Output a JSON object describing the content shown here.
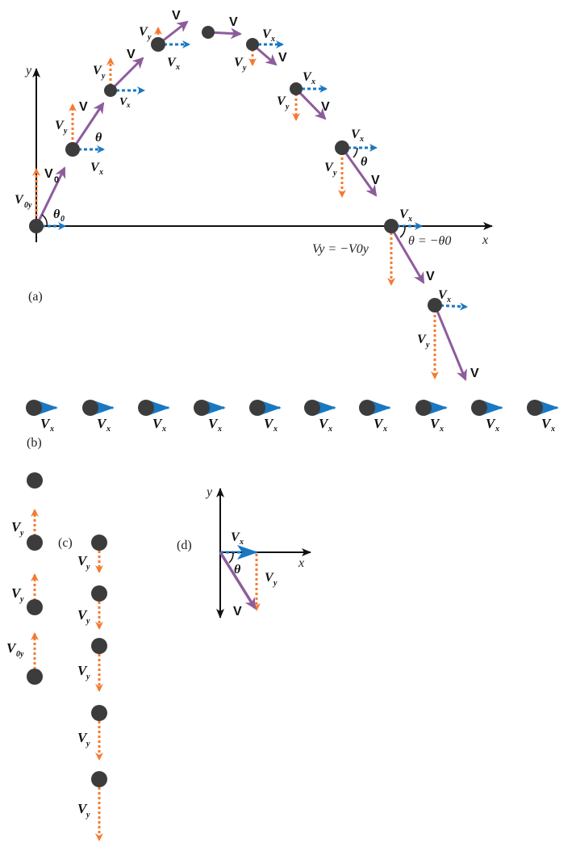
{
  "colors": {
    "vx": "#1a78c2",
    "vy": "#f47a30",
    "v": "#8e5c9c",
    "ball": "#3c3c3c",
    "axis": "#111111"
  },
  "labels": {
    "v": "V",
    "v0": "V",
    "v0_sub": "0",
    "vx": "V",
    "vx_sub": "x",
    "vy": "V",
    "vy_sub": "y",
    "v0y": "V",
    "v0y_sub": "0y",
    "theta": "θ",
    "theta0": "θ",
    "theta0_sub": "0",
    "x_axis": "x",
    "y_axis": "y",
    "vy_eq": "Vy = −V0y",
    "theta_eq": "θ = −θ0"
  },
  "panels": {
    "a": "(a)",
    "b": "(b)",
    "c": "(c)",
    "d": "(d)"
  }
}
